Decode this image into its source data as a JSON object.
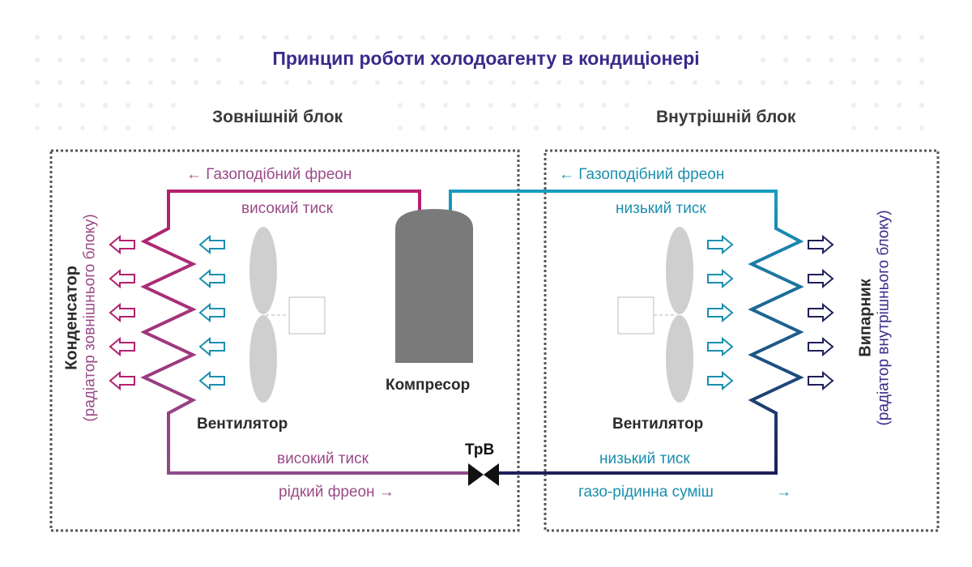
{
  "title": "Принцип роботи холодоагенту в кондиціонері",
  "outdoor": {
    "title": "Зовнішній блок",
    "gas_label": "← Газоподібний фреон",
    "high_pressure_top": "високий тиск",
    "high_pressure_bottom": "високий тиск",
    "liquid_label": "рідкий фреон  →",
    "fan_label": "Вентилятор",
    "compressor_label": "Компресор",
    "condenser_title": "Конденсатор",
    "condenser_subtitle": "(радіатор зовнішнього блоку)"
  },
  "indoor": {
    "title": "Внутрішній блок",
    "gas_label": "← Газоподібний фреон",
    "low_pressure_top": "низький тиск",
    "low_pressure_bottom": "низький тиск",
    "mixture_label": "газо-рідинна суміш",
    "mixture_arrow": "→",
    "fan_label": "Вентилятор",
    "evaporator_title": "Випарник",
    "evaporator_subtitle": "(радіатор внутрішнього блоку)"
  },
  "valve_label": "ТрВ",
  "colors": {
    "title": "#3b2a8a",
    "hot_top": "#b51f6e",
    "hot_bottom": "#8e4a8a",
    "cool_top": "#1a9cc0",
    "cool_bottom": "#1f1f5a",
    "compressor": "#7a7a7a",
    "fan": "#cfcfcf",
    "box_border": "#555555"
  }
}
